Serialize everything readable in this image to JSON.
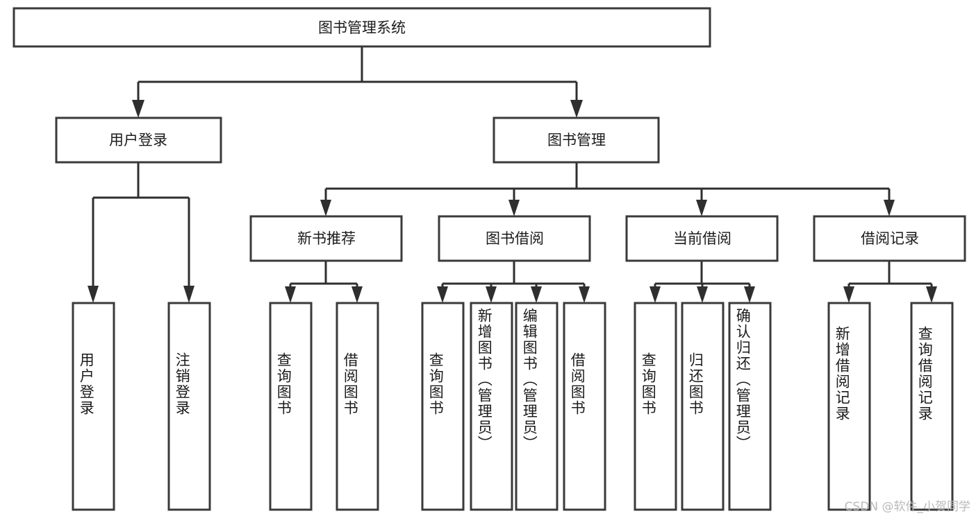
{
  "diagram": {
    "title": "图书管理系统",
    "type": "tree",
    "orientation": "top-down",
    "colors": {
      "background": "#ffffff",
      "box_fill": "#ffffff",
      "box_stroke": "#3a3a3a",
      "connector": "#2f2f2f",
      "text": "#1b1b1b",
      "watermark": "#b9b9b9"
    },
    "root": {
      "label": "图书管理系统"
    },
    "level2": [
      {
        "label": "用户登录"
      },
      {
        "label": "图书管理"
      }
    ],
    "level3": [
      {
        "label": "新书推荐"
      },
      {
        "label": "图书借阅"
      },
      {
        "label": "当前借阅"
      },
      {
        "label": "借阅记录"
      }
    ],
    "leaves": {
      "user_login": [
        {
          "label": "用户登录"
        },
        {
          "label": "注销登录"
        }
      ],
      "new_book_recommend": [
        {
          "label": "查询图书"
        },
        {
          "label": "借阅图书"
        }
      ],
      "book_borrow": [
        {
          "label": "查询图书"
        },
        {
          "label": "新增图书（管理员）"
        },
        {
          "label": "编辑图书（管理员）"
        },
        {
          "label": "借阅图书"
        }
      ],
      "current_borrow": [
        {
          "label": "查询图书"
        },
        {
          "label": "归还图书"
        },
        {
          "label": "确认归还（管理员）"
        }
      ],
      "borrow_record": [
        {
          "label": "新增借阅记录"
        },
        {
          "label": "查询借阅记录"
        }
      ]
    },
    "watermark": "CSDN @软件_小贺同学"
  }
}
